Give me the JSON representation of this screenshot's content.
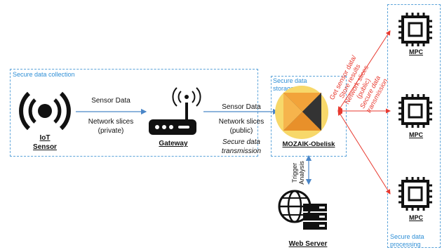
{
  "zones": {
    "collection": "Secure data collection",
    "storage": "Secure data storage",
    "processing": "Secure data processing"
  },
  "nodes": {
    "sensor_line1": "IoT",
    "sensor_line2": "Sensor",
    "gateway": "Gateway",
    "mozaik": "MOZAIK-Obelisk",
    "webserver": "Web Server",
    "mpc": [
      "MPC",
      "MPC",
      "MPC"
    ]
  },
  "edges": {
    "sensor_gateway_data": "Sensor Data",
    "sensor_gateway_slices": "Network slices (private)",
    "gateway_mozaik_data": "Sensor Data",
    "gateway_mozaik_slices": "Network slices (public)",
    "gateway_mozaik_secure": "Secure data transmission",
    "mozaik_web": "Trigger Analysis",
    "mozaik_mpc_red_1": "Get sensor data/",
    "mozaik_mpc_red_2": "Store results",
    "mozaik_mpc_red_3": "Network slices",
    "mozaik_mpc_red_4": "(public)",
    "mozaik_mpc_red_5": "Secure data",
    "mozaik_mpc_red_6": "transmission"
  },
  "colors": {
    "zone_border": "#5ba3d9",
    "zone_label": "#2f8fd6",
    "red_arrow": "#e8392f",
    "blue_arrow": "#4a86c8",
    "logo_orange": "#f2a33a",
    "logo_circle": "#f7d86a"
  }
}
